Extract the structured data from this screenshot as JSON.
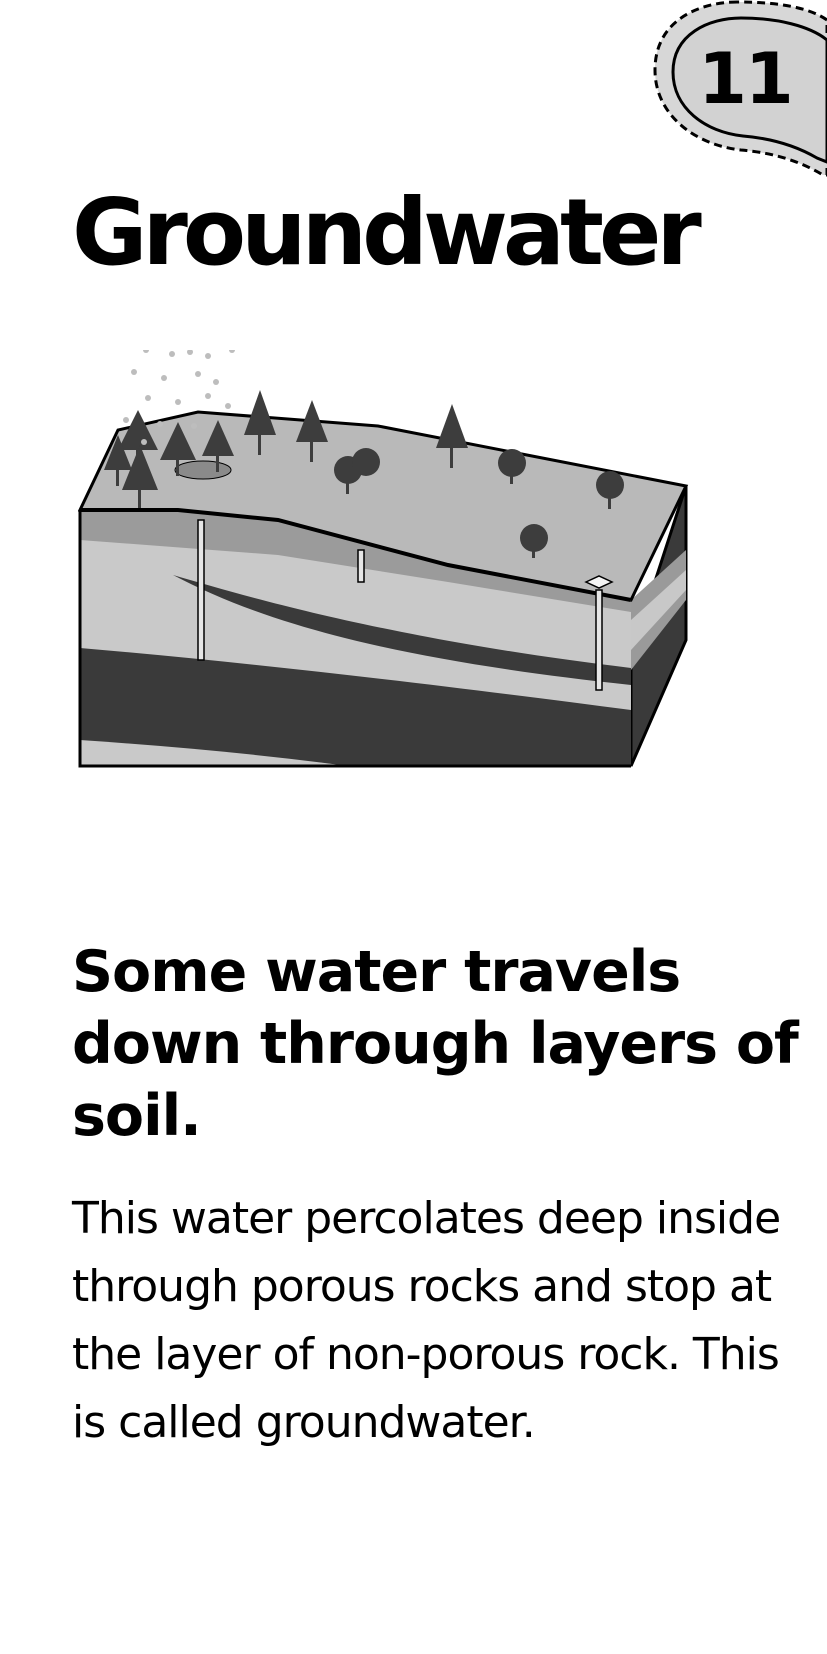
{
  "page": {
    "number": "11",
    "title": "Groundwater"
  },
  "illustration": {
    "icon": "groundwater-cross-section"
  },
  "content": {
    "heading": "Some water travels down through layers of soil.",
    "body": "This water percolates deep inside through porous rocks and stop at the layer of non-porous rock. This is called groundwater."
  }
}
